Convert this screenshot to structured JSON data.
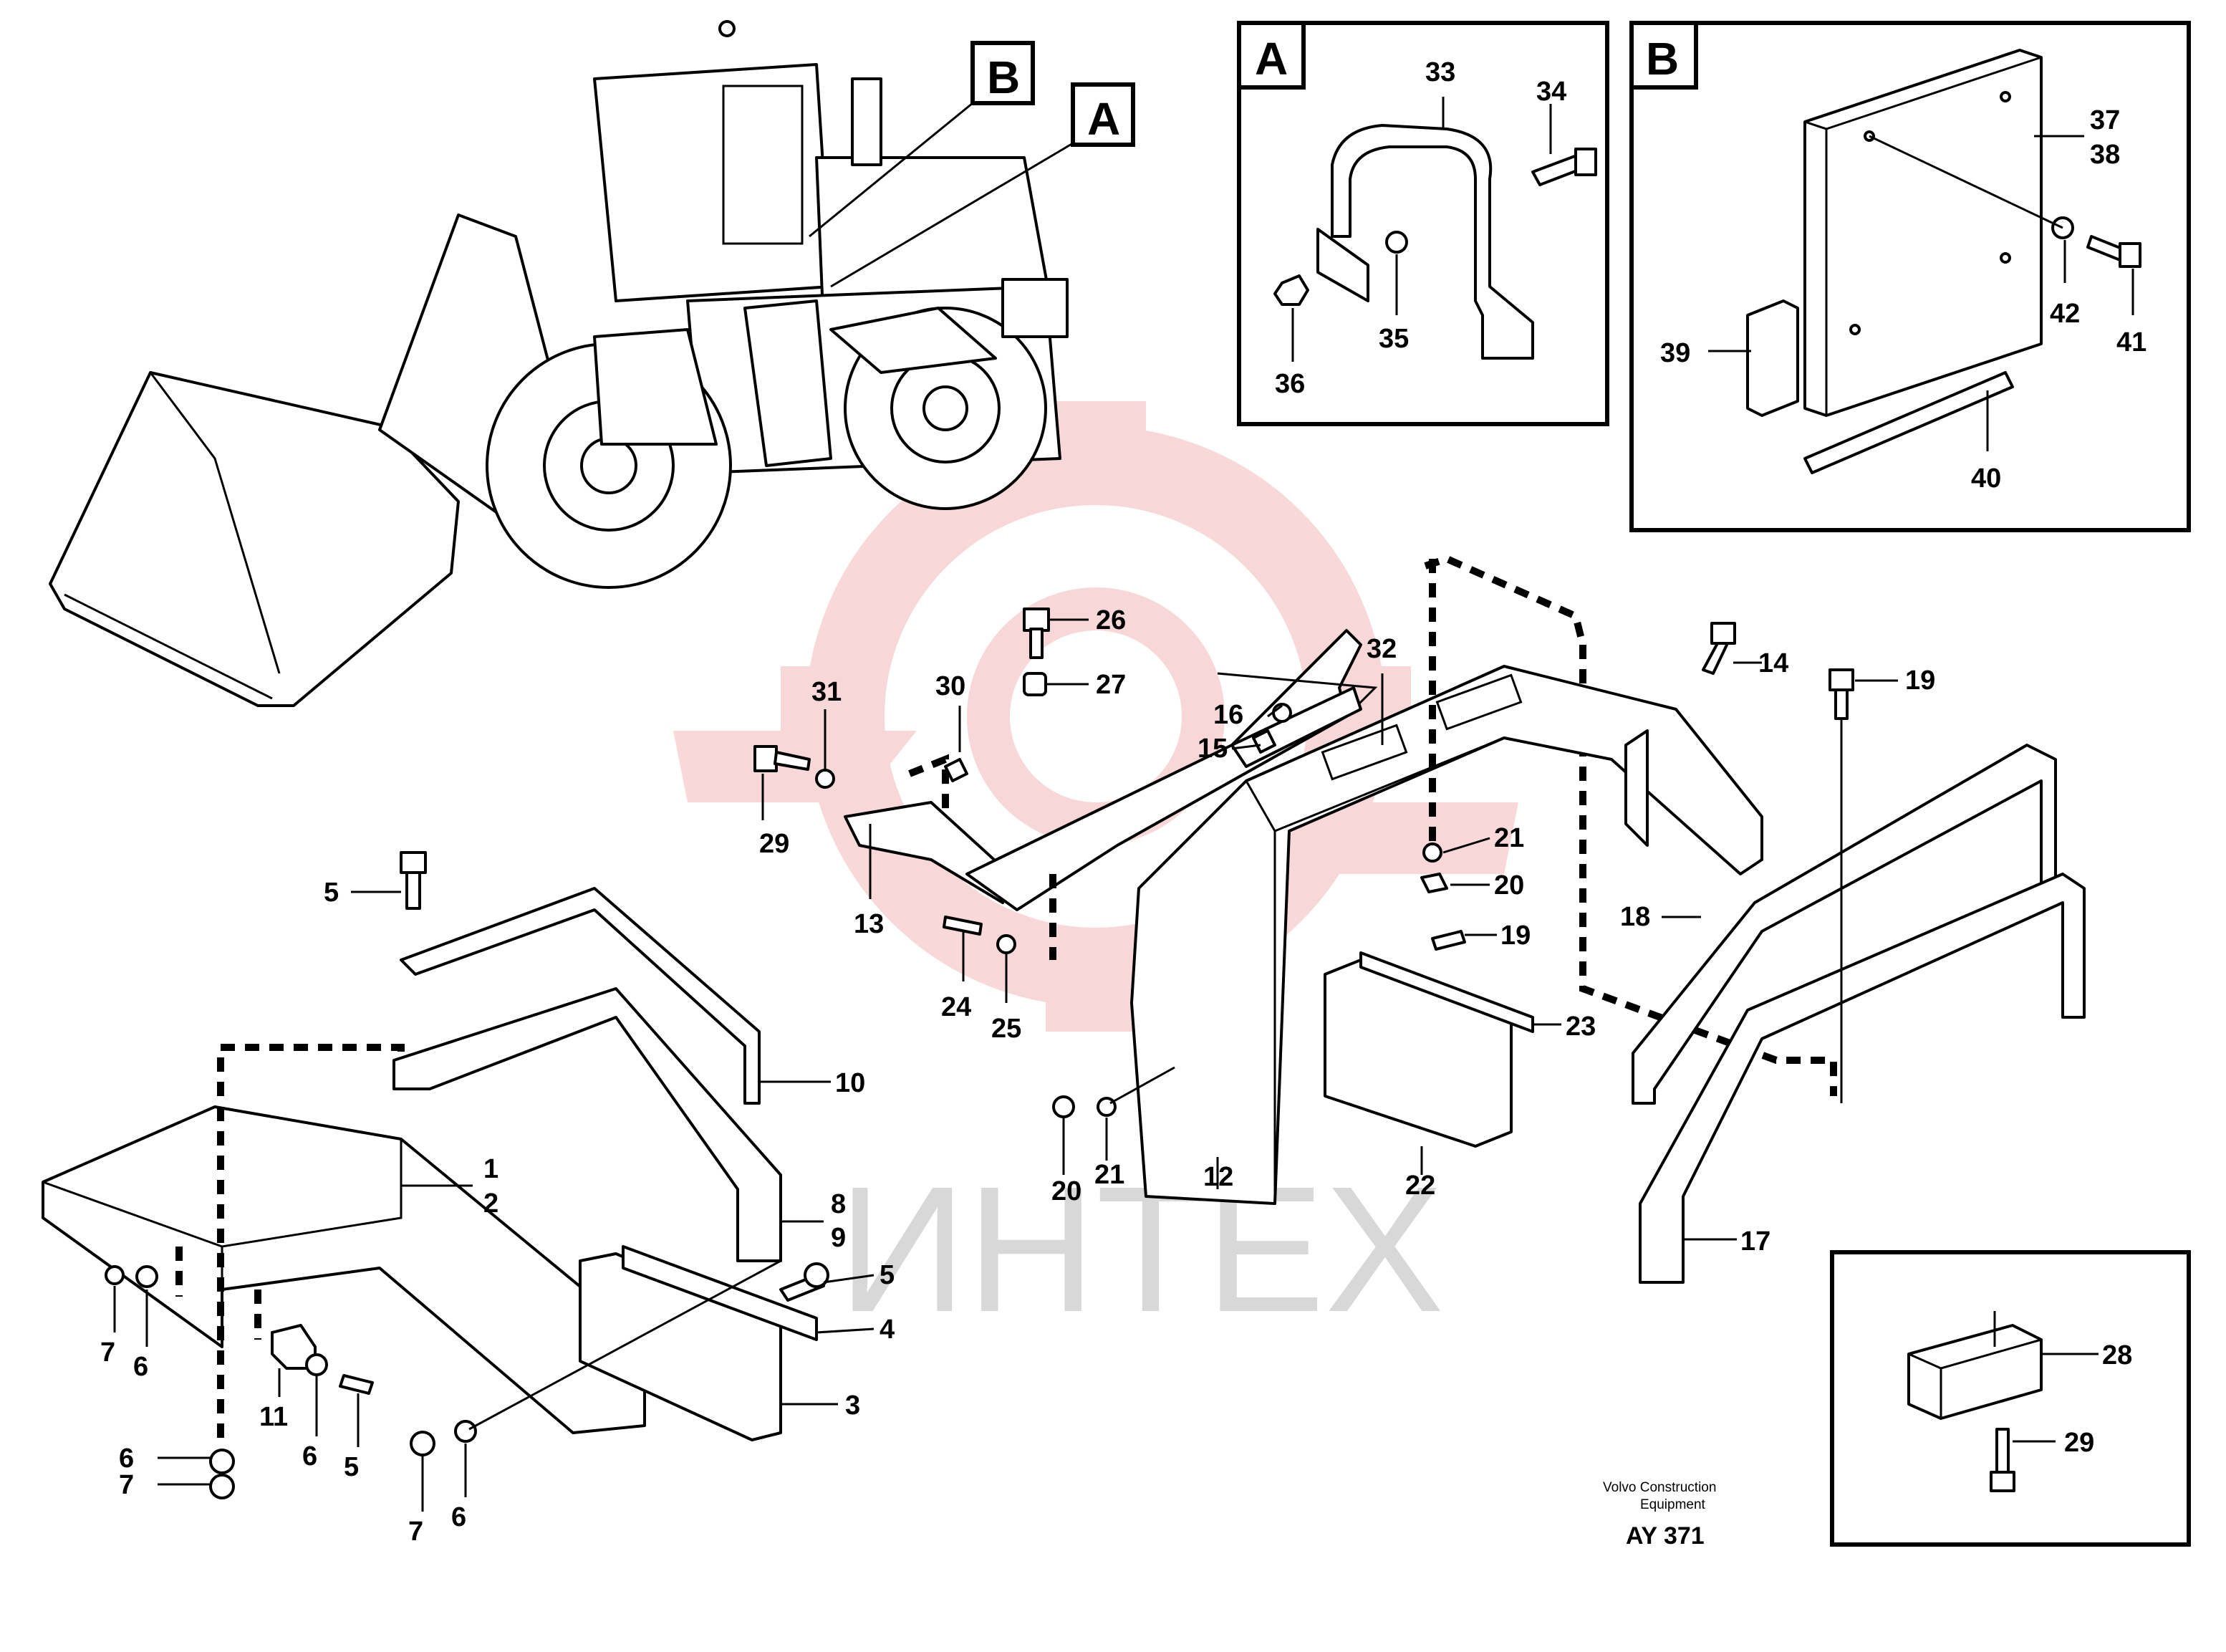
{
  "watermark": {
    "text": "ИНТЕХ",
    "color": "#f2b8b8"
  },
  "insets": {
    "a": {
      "title": "A",
      "labels": [
        "33",
        "34",
        "35",
        "36"
      ]
    },
    "b": {
      "title": "B",
      "labels": [
        "37",
        "38",
        "39",
        "40",
        "41",
        "42"
      ]
    }
  },
  "machine_callouts": {
    "a": "A",
    "b": "B"
  },
  "labels": {
    "p1": "1",
    "p2": "2",
    "p3": "3",
    "p4": "4",
    "p5a": "5",
    "p5b": "5",
    "p5c": "5",
    "p6a": "6",
    "p6b": "6",
    "p6c": "6",
    "p6d": "6",
    "p7a": "7",
    "p7b": "7",
    "p7c": "7",
    "p8": "8",
    "p9": "9",
    "p10": "10",
    "p11": "11",
    "p12": "12",
    "p13": "13",
    "p14": "14",
    "p15": "15",
    "p16": "16",
    "p17": "17",
    "p18": "18",
    "p19a": "19",
    "p19b": "19",
    "p20a": "20",
    "p20b": "20",
    "p21a": "21",
    "p21b": "21",
    "p22": "22",
    "p23": "23",
    "p24": "24",
    "p25": "25",
    "p26": "26",
    "p27": "27",
    "p28": "28",
    "p29a": "29",
    "p29b": "29",
    "p30": "30",
    "p31": "31",
    "p32": "32",
    "p33": "33",
    "p34": "34",
    "p35": "35",
    "p36": "36",
    "p37": "37",
    "p38": "38",
    "p39": "39",
    "p40": "40",
    "p41": "41",
    "p42": "42"
  },
  "caption": {
    "line1": "Volvo Construction",
    "line2": "Equipment",
    "code": "AY 371"
  }
}
